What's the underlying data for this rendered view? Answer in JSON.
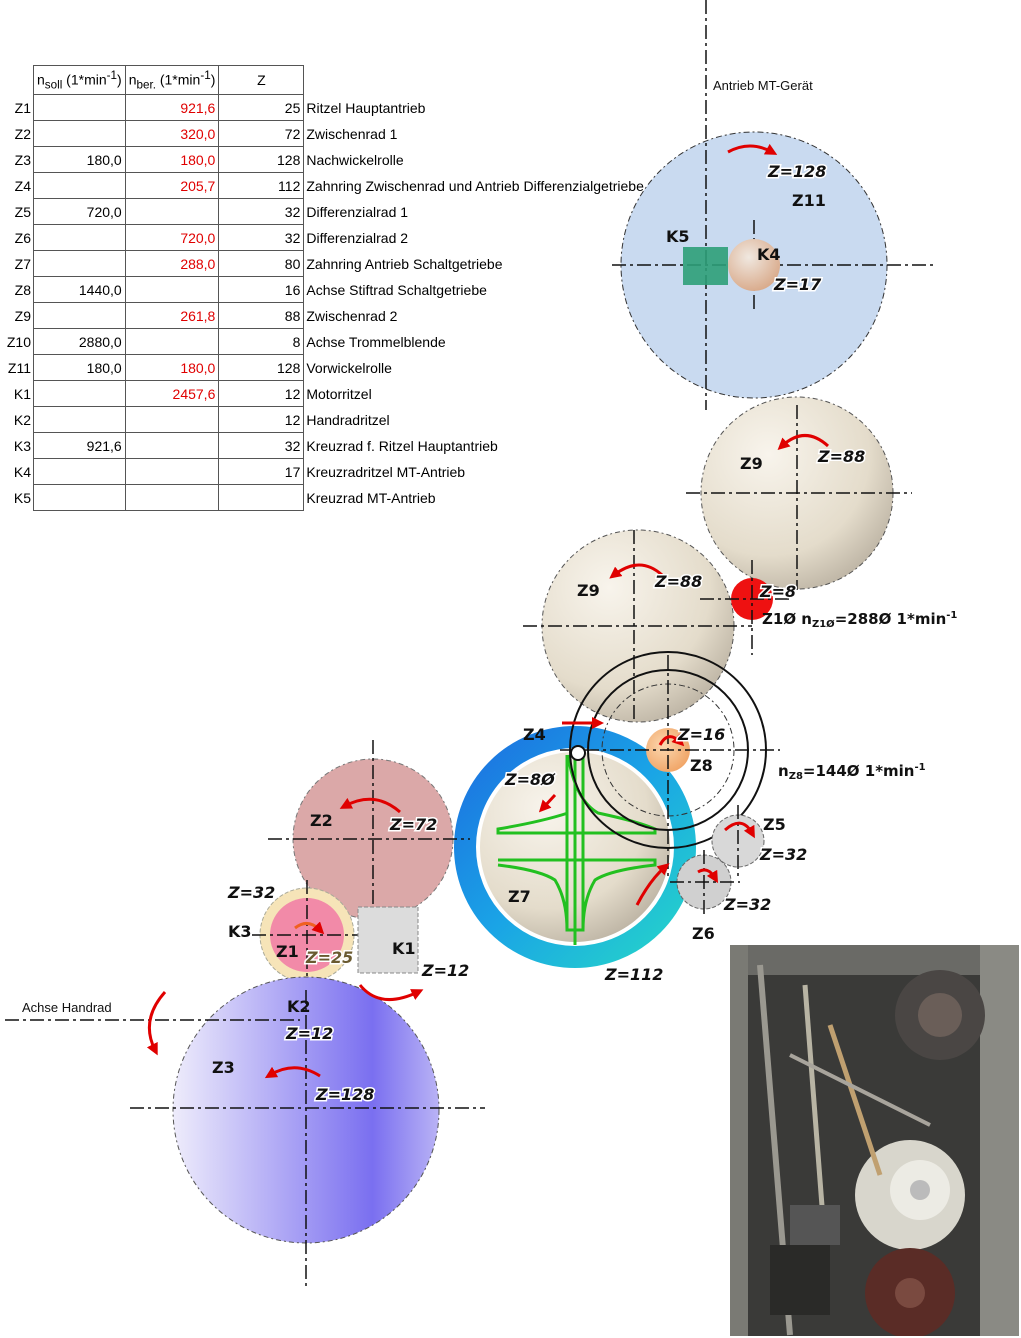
{
  "table": {
    "headers": {
      "n_soll_main": "n",
      "n_soll_sub": "soll",
      "n_soll_unit": " (1*min",
      "n_ber_main": "n",
      "n_ber_sub": "ber.",
      "n_ber_unit": " (1*min",
      "unit_exp": "-1",
      "unit_close": ")",
      "z": "Z"
    },
    "rows": [
      {
        "id": "Z1",
        "n_soll": "",
        "n_ber": "921,6",
        "z": "25",
        "desc": "Ritzel Hauptantrieb"
      },
      {
        "id": "Z2",
        "n_soll": "",
        "n_ber": "320,0",
        "z": "72",
        "desc": "Zwischenrad 1"
      },
      {
        "id": "Z3",
        "n_soll": "180,0",
        "n_ber": "180,0",
        "z": "128",
        "desc": "Nachwickelrolle"
      },
      {
        "id": "Z4",
        "n_soll": "",
        "n_ber": "205,7",
        "z": "112",
        "desc": "Zahnring Zwischenrad und Antrieb Differenzialgetriebe"
      },
      {
        "id": "Z5",
        "n_soll": "720,0",
        "n_ber": "",
        "z": "32",
        "desc": "Differenzialrad 1"
      },
      {
        "id": "Z6",
        "n_soll": "",
        "n_ber": "720,0",
        "z": "32",
        "desc": "Differenzialrad 2"
      },
      {
        "id": "Z7",
        "n_soll": "",
        "n_ber": "288,0",
        "z": "80",
        "desc": "Zahnring Antrieb Schaltgetriebe"
      },
      {
        "id": "Z8",
        "n_soll": "1440,0",
        "n_ber": "",
        "z": "16",
        "desc": "Achse Stiftrad Schaltgetriebe"
      },
      {
        "id": "Z9",
        "n_soll": "",
        "n_ber": "261,8",
        "z": "88",
        "desc": "Zwischenrad 2"
      },
      {
        "id": "Z10",
        "n_soll": "2880,0",
        "n_ber": "",
        "z": "8",
        "desc": "Achse Trommelblende"
      },
      {
        "id": "Z11",
        "n_soll": "180,0",
        "n_ber": "180,0",
        "z": "128",
        "desc": "Vorwickelrolle"
      },
      {
        "id": "K1",
        "n_soll": "",
        "n_ber": "2457,6",
        "z": "12",
        "desc": "Motorritzel"
      },
      {
        "id": "K2",
        "n_soll": "",
        "n_ber": "",
        "z": "12",
        "desc": "Handradritzel"
      },
      {
        "id": "K3",
        "n_soll": "921,6",
        "n_ber": "",
        "z": "32",
        "desc": "Kreuzrad f. Ritzel Hauptantrieb"
      },
      {
        "id": "K4",
        "n_soll": "",
        "n_ber": "",
        "z": "17",
        "desc": "Kreuzradritzel MT-Antrieb"
      },
      {
        "id": "K5",
        "n_soll": "",
        "n_ber": "",
        "z": "",
        "desc": "Kreuzrad MT-Antrieb"
      }
    ]
  },
  "diagram": {
    "annotations": {
      "antrieb_mt": "Antrieb MT-Gerät",
      "achse_handrad": "Achse Handrad",
      "z10_rpm_prefix": "Z1Ø n",
      "z10_rpm_sub": "Z1Ø",
      "z10_rpm_value": "=288Ø 1*min",
      "z8_rpm_prefix": "n",
      "z8_rpm_sub": "Z8",
      "z8_rpm_value": "=144Ø 1*min",
      "rpm_exp": "-1"
    },
    "gear_labels": {
      "Z11": "Z11",
      "Z11_teeth": "Z=128",
      "K5": "K5",
      "K4": "K4",
      "K4_teeth": "Z=17",
      "Z9a": "Z9",
      "Z9a_teeth": "Z=88",
      "Z9b": "Z9",
      "Z9b_teeth": "Z=88",
      "Z10_teeth": "Z=8",
      "Z4": "Z4",
      "Z8": "Z8",
      "Z8_teeth": "Z=16",
      "Z7": "Z7",
      "Z7_teeth": "Z=8Ø",
      "Z4_teeth": "Z=112",
      "Z5": "Z5",
      "Z5_teeth": "Z=32",
      "Z6": "Z6",
      "Z6_teeth": "Z=32",
      "Z2": "Z2",
      "Z2_teeth": "Z=72",
      "K3": "K3",
      "K3_teeth": "Z=32",
      "Z1": "Z1",
      "Z1_teeth": "Z=25",
      "K1": "K1",
      "K1_teeth": "Z=12",
      "K2": "K2",
      "K2_teeth": "Z=12",
      "Z3": "Z3",
      "Z3_teeth": "Z=128"
    },
    "colors": {
      "z11": "#c9daf0",
      "z3": "#7a6ff0",
      "z2": "#dba8a8",
      "beige": "#e6ddcc",
      "z10": "#ee1111",
      "ring_blue": "#1a80e0",
      "ring_teal": "#20c8c0",
      "k5": "#2e9e78",
      "z8": "#f2a870",
      "pink": "#f28aa8",
      "arrow": "#e00000"
    }
  }
}
